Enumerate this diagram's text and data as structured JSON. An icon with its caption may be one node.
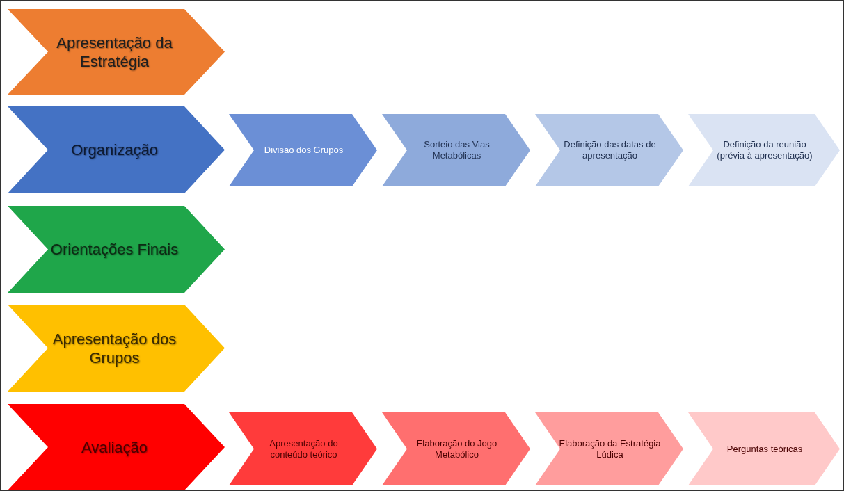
{
  "diagram": {
    "nodes": [
      {
        "text": [
          "Apresentação da Estratégia"
        ]
      },
      {
        "text": [
          "Organização"
        ]
      },
      {
        "text": [
          "Divisão dos Grupos"
        ]
      },
      {
        "text": [
          "Sorteio das Vias Metabólicas"
        ]
      },
      {
        "text": [
          "Definição das datas de apresentação"
        ]
      },
      {
        "text": [
          "Definição da reunião (prévia à apresentação)"
        ]
      },
      {
        "text": [
          "Orientações Finais"
        ]
      },
      {
        "text": [
          "Apresentação dos Grupos"
        ]
      },
      {
        "text": [
          "Avaliação"
        ]
      },
      {
        "text": [
          "Apresentação do conteúdo teórico"
        ]
      },
      {
        "text": [
          "Elaboração do Jogo Metabólico"
        ]
      },
      {
        "text": [
          "Elaboração da Estratégia Lúdica"
        ]
      },
      {
        "text": [
          "Perguntas teóricas"
        ]
      }
    ]
  }
}
